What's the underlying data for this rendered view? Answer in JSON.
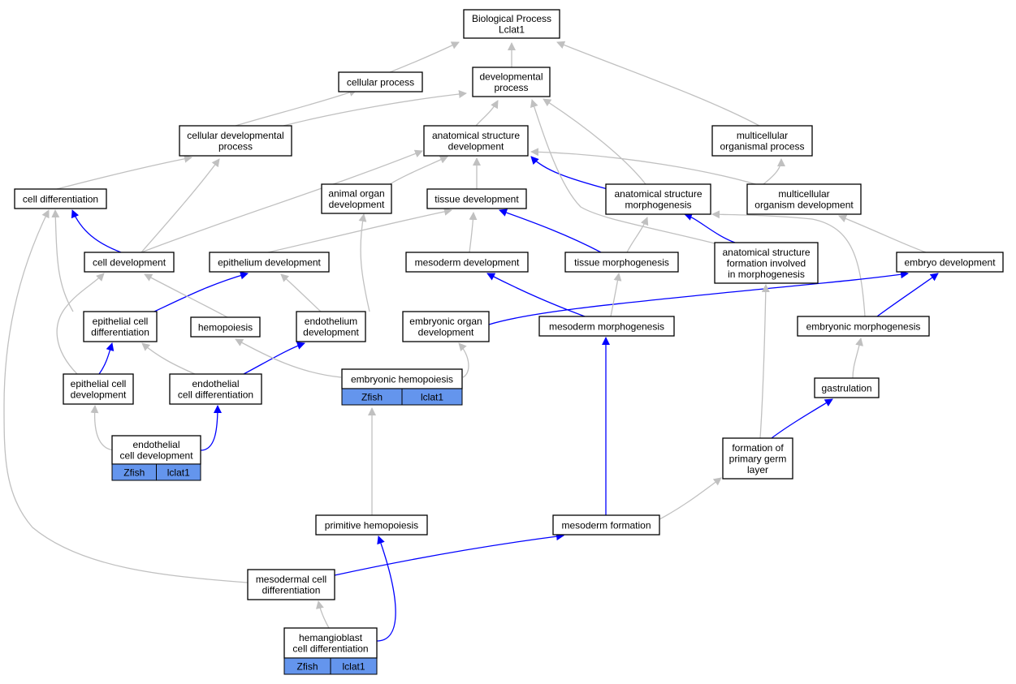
{
  "colors": {
    "is_a_edge": "#c0c0c0",
    "part_of_edge": "#0000ff",
    "node_border": "#000000",
    "annotation_cell": "#6495ed"
  },
  "nodes": {
    "biological_process": {
      "lines": [
        "Biological Process",
        "Lclat1"
      ]
    },
    "cellular_process": {
      "lines": [
        "cellular process"
      ]
    },
    "developmental_process": {
      "lines": [
        "developmental",
        "process"
      ]
    },
    "cellular_developmental_process": {
      "lines": [
        "cellular developmental",
        "process"
      ]
    },
    "anatomical_structure_development": {
      "lines": [
        "anatomical structure",
        "development"
      ]
    },
    "multicellular_organismal_process": {
      "lines": [
        "multicellular",
        "organismal process"
      ]
    },
    "cell_differentiation": {
      "lines": [
        "cell differentiation"
      ]
    },
    "animal_organ_development": {
      "lines": [
        "animal organ",
        "development"
      ]
    },
    "tissue_development": {
      "lines": [
        "tissue development"
      ]
    },
    "anatomical_structure_morphogenesis": {
      "lines": [
        "anatomical structure",
        "morphogenesis"
      ]
    },
    "multicellular_organism_development": {
      "lines": [
        "multicellular",
        "organism development"
      ]
    },
    "cell_development": {
      "lines": [
        "cell development"
      ]
    },
    "epithelium_development": {
      "lines": [
        "epithelium development"
      ]
    },
    "mesoderm_development": {
      "lines": [
        "mesoderm development"
      ]
    },
    "tissue_morphogenesis": {
      "lines": [
        "tissue morphogenesis"
      ]
    },
    "anatomical_structure_formation": {
      "lines": [
        "anatomical structure",
        "formation involved",
        "in morphogenesis"
      ]
    },
    "embryo_development": {
      "lines": [
        "embryo development"
      ]
    },
    "epithelial_cell_differentiation": {
      "lines": [
        "epithelial cell",
        "differentiation"
      ]
    },
    "hemopoiesis": {
      "lines": [
        "hemopoiesis"
      ]
    },
    "endothelium_development": {
      "lines": [
        "endothelium",
        "development"
      ]
    },
    "embryonic_organ_development": {
      "lines": [
        "embryonic organ",
        "development"
      ]
    },
    "mesoderm_morphogenesis": {
      "lines": [
        "mesoderm morphogenesis"
      ]
    },
    "embryonic_morphogenesis": {
      "lines": [
        "embryonic morphogenesis"
      ]
    },
    "epithelial_cell_development": {
      "lines": [
        "epithelial cell",
        "development"
      ]
    },
    "endothelial_cell_differentiation": {
      "lines": [
        "endothelial",
        "cell differentiation"
      ]
    },
    "embryonic_hemopoiesis": {
      "lines": [
        "embryonic hemopoiesis"
      ],
      "tags": [
        "Zfish",
        "lclat1"
      ]
    },
    "gastrulation": {
      "lines": [
        "gastrulation"
      ]
    },
    "endothelial_cell_development": {
      "lines": [
        "endothelial",
        "cell development"
      ],
      "tags": [
        "Zfish",
        "lclat1"
      ]
    },
    "formation_of_primary_germ_layer": {
      "lines": [
        "formation of",
        "primary germ",
        "layer"
      ]
    },
    "primitive_hemopoiesis": {
      "lines": [
        "primitive hemopoiesis"
      ]
    },
    "mesoderm_formation": {
      "lines": [
        "mesoderm formation"
      ]
    },
    "mesodermal_cell_differentiation": {
      "lines": [
        "mesodermal cell",
        "differentiation"
      ]
    },
    "hemangioblast_cell_differentiation": {
      "lines": [
        "hemangioblast",
        "cell differentiation"
      ],
      "tags": [
        "Zfish",
        "lclat1"
      ]
    }
  }
}
